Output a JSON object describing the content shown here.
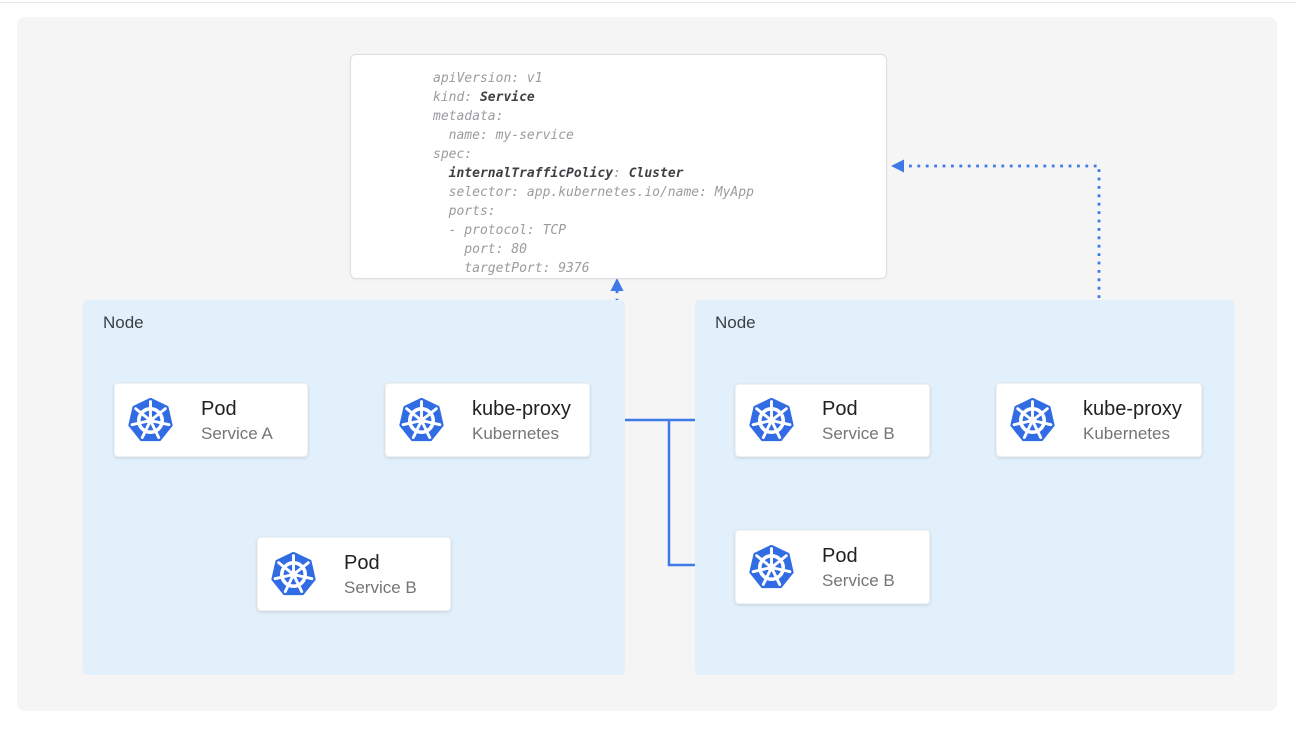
{
  "colors": {
    "accent_blue": "#3D7AE8",
    "k8s_blue": "#326CE5",
    "node_fill": "#E2F0FB",
    "panel_bg": "#F5F5F6",
    "card_title": "#212121",
    "card_subtitle": "#757575",
    "node_label": "#3C4043",
    "code_gray": "#9B9BA0",
    "code_dark": "#3F4043"
  },
  "code_box": {
    "lines": [
      {
        "g1": "apiVersion: v1"
      },
      {
        "g1": "kind: ",
        "b1": "Service"
      },
      {
        "g1": "metadata:"
      },
      {
        "g1": "  name: my-service"
      },
      {
        "g1": "spec:"
      },
      {
        "g1": "  ",
        "b1": "internalTrafficPolicy",
        "g2": ": ",
        "b2": "Cluster"
      },
      {
        "g1": "  selector: app.kubernetes.io/name: MyApp"
      },
      {
        "g1": "  ports:"
      },
      {
        "g1": "  - protocol: TCP"
      },
      {
        "g1": "    port: 80"
      },
      {
        "g1": "    targetPort: 9376"
      }
    ]
  },
  "nodes": {
    "left": {
      "label": "Node"
    },
    "right": {
      "label": "Node"
    }
  },
  "cards": {
    "pod_a": {
      "title": "Pod",
      "subtitle": "Service A",
      "icon": "kubernetes-icon"
    },
    "kube_proxy_left": {
      "title": "kube-proxy",
      "subtitle": "Kubernetes",
      "icon": "kubernetes-icon"
    },
    "pod_b_left": {
      "title": "Pod",
      "subtitle": "Service B",
      "icon": "kubernetes-icon"
    },
    "pod_b_right_top": {
      "title": "Pod",
      "subtitle": "Service B",
      "icon": "kubernetes-icon"
    },
    "pod_b_right_bottom": {
      "title": "Pod",
      "subtitle": "Service B",
      "icon": "kubernetes-icon"
    },
    "kube_proxy_right": {
      "title": "kube-proxy",
      "subtitle": "Kubernetes",
      "icon": "kubernetes-icon"
    }
  }
}
